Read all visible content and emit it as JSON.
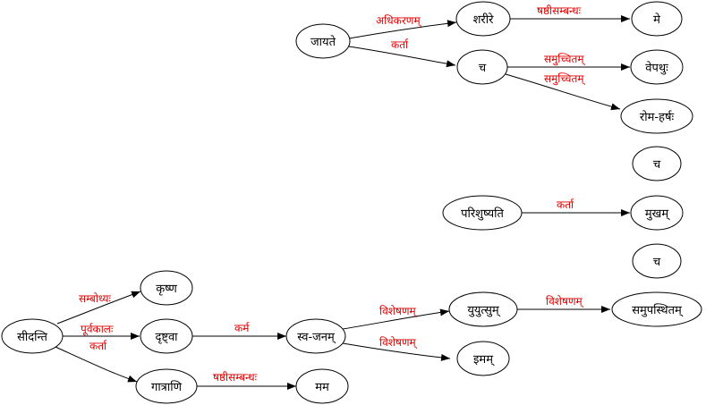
{
  "colors": {
    "edge_label": "#e00000",
    "stroke": "#000000",
    "node_fill": "#ffffff"
  },
  "nodes": {
    "jayate": "जायते",
    "sharire": "शरीरे",
    "me": "मे",
    "cha1": "च",
    "vepathu": "वेपथुः",
    "romaharsha": "रोम-हर्षः",
    "cha2": "च",
    "parishushyati": "परिशुष्यति",
    "mukham": "मुखम्",
    "cha3": "च",
    "sidanti": "सीदन्ति",
    "krishna": "कृष्ण",
    "drishtva": "दृष्ट्वा",
    "gatrani": "गात्राणि",
    "svajanam": "स्व-जनम्",
    "yuyutsum": "युयुत्सुम्",
    "samupasthitam": "समुपस्थितम्",
    "imam": "इमम्",
    "mama": "मम"
  },
  "edges": [
    {
      "id": "jayate-sharire",
      "label": "अधिकरणम्"
    },
    {
      "id": "jayate-cha1",
      "label": "कर्ता"
    },
    {
      "id": "sharire-me",
      "label": "षष्ठीसम्बन्धः"
    },
    {
      "id": "cha1-vepathu",
      "label": "समुच्चितम्"
    },
    {
      "id": "cha1-romaharsha",
      "label": "समुच्चितम्"
    },
    {
      "id": "parishushyati-mukham",
      "label": "कर्ता"
    },
    {
      "id": "sidanti-krishna",
      "label": "सम्बोध्यः"
    },
    {
      "id": "sidanti-drishtva",
      "label": "पूर्वकालः"
    },
    {
      "id": "sidanti-gatrani",
      "label": "कर्ता"
    },
    {
      "id": "drishtva-svajanam",
      "label": "कर्म"
    },
    {
      "id": "svajanam-yuyutsum",
      "label": "विशेषणम्"
    },
    {
      "id": "svajanam-imam",
      "label": "विशेषणम्"
    },
    {
      "id": "yuyutsum-samupasthitam",
      "label": "विशेषणम्"
    },
    {
      "id": "gatrani-mama",
      "label": "षष्ठीसम्बन्धः"
    }
  ]
}
